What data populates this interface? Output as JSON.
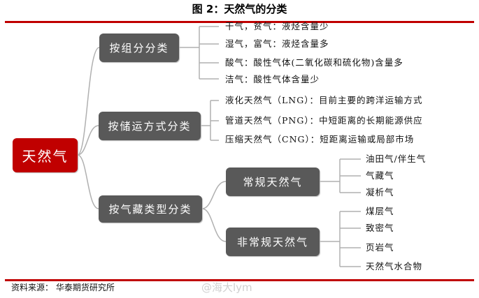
{
  "title": "图 2：天然气的分类",
  "root": "天然气",
  "categories": [
    {
      "label": "按组分分类",
      "items": [
        "干气，贫气：液烃含量少",
        "湿气，富气：液烃含量多",
        "酸气：酸性气体(二氧化碳和硫化物)含量多",
        "洁气：酸性气体含量少"
      ]
    },
    {
      "label": "按储运方式分类",
      "items": [
        "液化天然气（LNG）：目前主要的跨洋运输方式",
        "管道天然气（PNG）：中短距离的长期能源供应",
        "压缩天然气（CNG）：短距离运输或局部市场"
      ]
    },
    {
      "label": "按气藏类型分类",
      "subs": [
        {
          "label": "常规天然气",
          "items": [
            "油田气/伴生气",
            "气藏气",
            "凝析气"
          ]
        },
        {
          "label": "非常规天然气",
          "items": [
            "煤层气",
            "致密气",
            "页岩气",
            "天然气水合物"
          ]
        }
      ]
    }
  ],
  "source": "资料来源：  华泰期货研究所",
  "watermark": "@海大lym"
}
